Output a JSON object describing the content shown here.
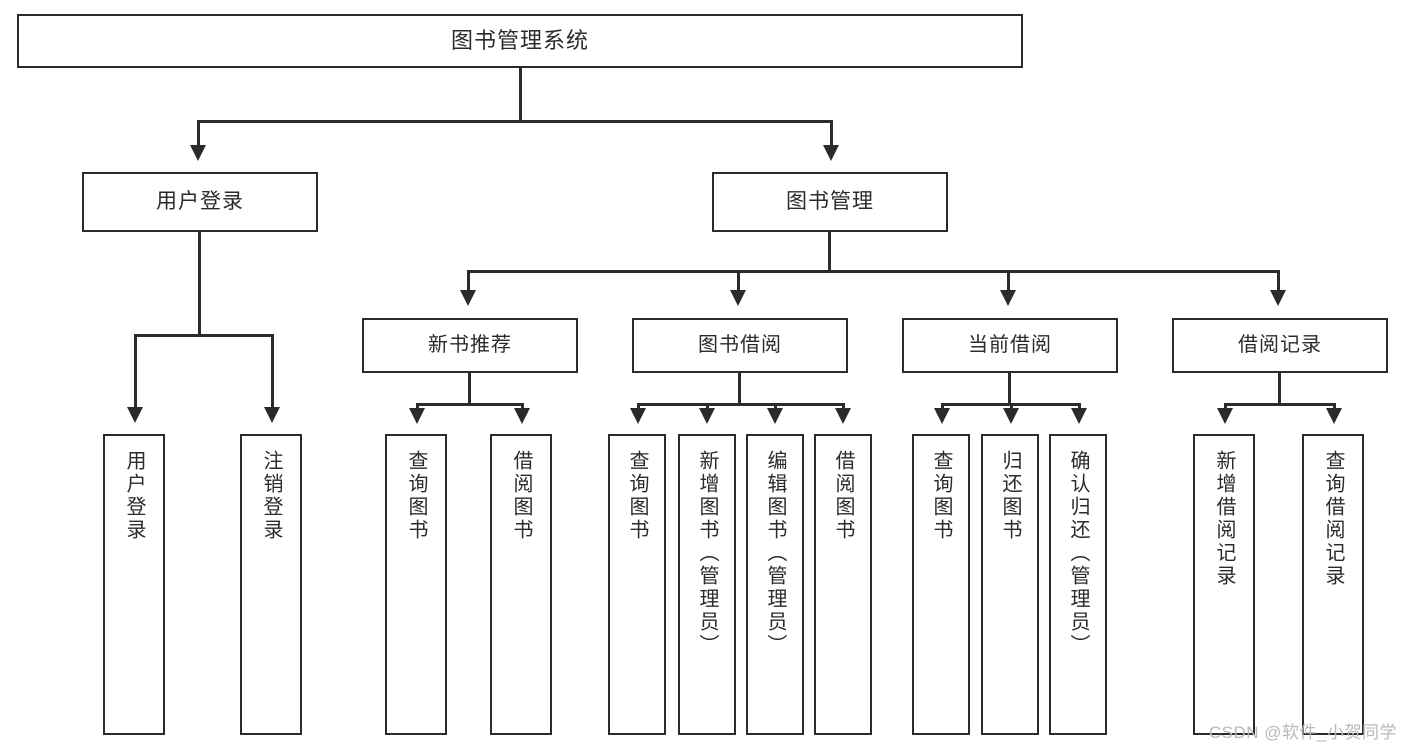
{
  "diagram": {
    "title": "图书管理系统",
    "root": {
      "label": "图书管理系统"
    },
    "level1": [
      {
        "label": "用户登录"
      },
      {
        "label": "图书管理"
      }
    ],
    "level2": [
      {
        "label": "新书推荐"
      },
      {
        "label": "图书借阅"
      },
      {
        "label": "当前借阅"
      },
      {
        "label": "借阅记录"
      }
    ],
    "leaves": [
      {
        "label": "用户登录"
      },
      {
        "label": "注销登录"
      },
      {
        "label": "查询图书"
      },
      {
        "label": "借阅图书"
      },
      {
        "label": "查询图书"
      },
      {
        "label": "新增图书（管理员）"
      },
      {
        "label": "编辑图书（管理员）"
      },
      {
        "label": "借阅图书"
      },
      {
        "label": "查询图书"
      },
      {
        "label": "归还图书"
      },
      {
        "label": "确认归还（管理员）"
      },
      {
        "label": "新增借阅记录"
      },
      {
        "label": "查询借阅记录"
      }
    ],
    "watermark": "CSDN @软件_小贺同学",
    "colors": {
      "stroke": "#2b2b2b",
      "text": "#2b2b2b",
      "background": "#ffffff",
      "watermark": "#b9b9b9"
    }
  }
}
